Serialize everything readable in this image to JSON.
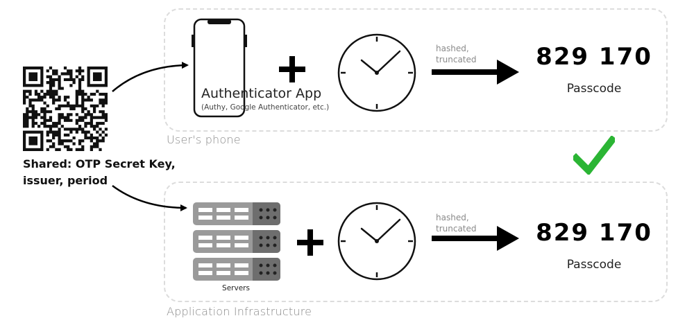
{
  "shared": {
    "label_line1": "Shared: OTP Secret Key,",
    "label_line2": "issuer, period"
  },
  "phone_group": {
    "label": "User's phone",
    "app_name": "Authenticator App",
    "app_subtitle": "(Authy, Google Authenticator, etc.)",
    "hash_label": "hashed,\ntruncated",
    "passcode": "829 170",
    "passcode_label": "Passcode"
  },
  "infra_group": {
    "label": "Application Infrastructure",
    "servers_label": "Servers",
    "hash_label": "hashed,\ntruncated",
    "passcode": "829 170",
    "passcode_label": "Passcode"
  },
  "colors": {
    "check": "#2bb534",
    "server_light": "#9a9a9a",
    "server_dark": "#6e6e6e",
    "dashed_border": "#dcdcdc",
    "muted_text": "#8a8a8a"
  },
  "icons": [
    "qr-code-icon",
    "phone-icon",
    "plus-icon",
    "clock-icon",
    "arrow-icon",
    "check-icon",
    "server-icon"
  ]
}
